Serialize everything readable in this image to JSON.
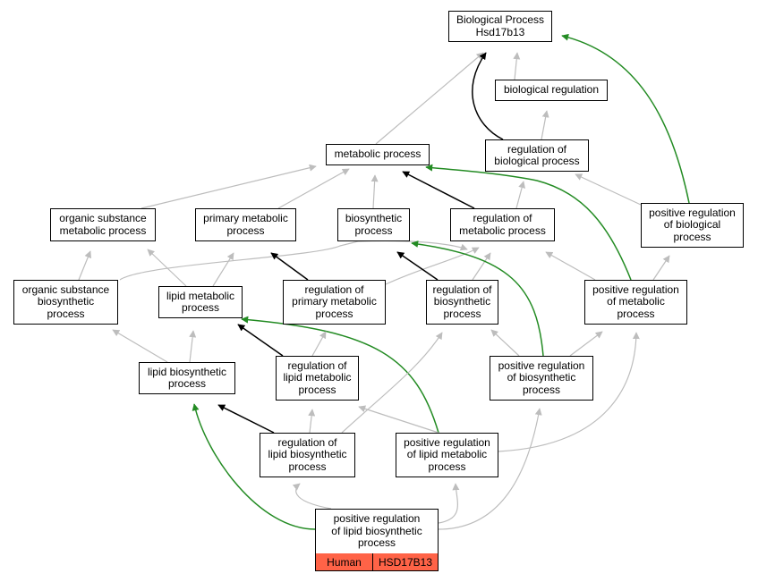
{
  "colors": {
    "edge_gray": "#bdbdbd",
    "edge_black": "#000000",
    "edge_green": "#238b23",
    "gene_fill": "#ff6347",
    "node_border": "#000000"
  },
  "nodes": {
    "root": "Biological Process\nHsd17b13",
    "biological_regulation": "biological regulation",
    "metabolic_process": "metabolic process",
    "regulation_of_biological_process": "regulation of\nbiological process",
    "organic_substance_metabolic_process": "organic substance\nmetabolic process",
    "primary_metabolic_process": "primary metabolic\nprocess",
    "biosynthetic_process": "biosynthetic\nprocess",
    "regulation_of_metabolic_process": "regulation of\nmetabolic process",
    "positive_regulation_of_biological_process": "positive regulation\nof biological\nprocess",
    "organic_substance_biosynthetic_process": "organic substance\nbiosynthetic\nprocess",
    "lipid_metabolic_process": "lipid metabolic\nprocess",
    "regulation_of_primary_metabolic_process": "regulation of\nprimary metabolic\nprocess",
    "regulation_of_biosynthetic_process": "regulation of\nbiosynthetic\nprocess",
    "positive_regulation_of_metabolic_process": "positive regulation\nof metabolic\nprocess",
    "lipid_biosynthetic_process": "lipid biosynthetic\nprocess",
    "regulation_of_lipid_metabolic_process": "regulation of\nlipid metabolic\nprocess",
    "positive_regulation_of_biosynthetic_process": "positive regulation\nof biosynthetic\nprocess",
    "regulation_of_lipid_biosynthetic_process": "regulation of\nlipid biosynthetic\nprocess",
    "positive_regulation_of_lipid_metabolic_process": "positive regulation\nof lipid metabolic\nprocess",
    "positive_regulation_of_lipid_biosynthetic_process": "positive regulation\nof lipid biosynthetic\nprocess"
  },
  "gene_annotation": {
    "species": "Human",
    "gene": "HSD17B13"
  }
}
